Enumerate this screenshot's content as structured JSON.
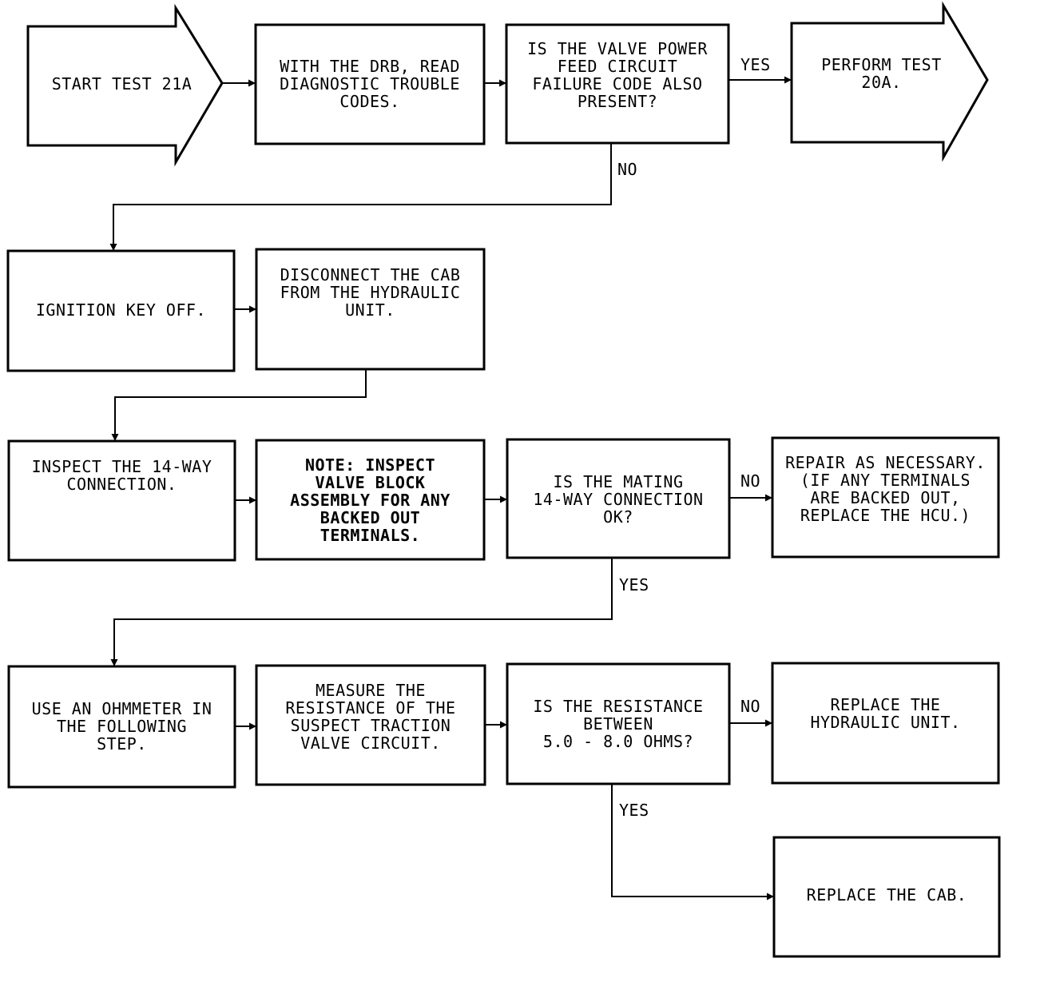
{
  "nodes": {
    "start": "START TEST 21A",
    "read_dtc": "WITH THE DRB, READ\nDIAGNOSTIC TROUBLE\nCODES.",
    "q_valve_power": "IS THE VALVE POWER\nFEED CIRCUIT\nFAILURE CODE ALSO\nPRESENT?",
    "perform_20a": "PERFORM TEST\n20A.",
    "ignition_off": "IGNITION KEY OFF.",
    "disconnect_cab": "DISCONNECT THE CAB\nFROM THE HYDRAULIC\nUNIT.",
    "inspect_14way": "INSPECT THE 14-WAY\nCONNECTION.",
    "note_inspect": "NOTE:  INSPECT\nVALVE BLOCK\nASSEMBLY FOR ANY\nBACKED OUT\nTERMINALS.",
    "q_mating": "IS THE MATING\n14-WAY CONNECTION\nOK?",
    "repair": "REPAIR AS NECESSARY.\n(IF ANY TERMINALS\nARE BACKED OUT,\nREPLACE THE HCU.)",
    "use_ohmmeter": "USE AN OHMMETER IN\nTHE FOLLOWING\nSTEP.",
    "measure": "MEASURE THE\nRESISTANCE OF THE\nSUSPECT TRACTION\nVALVE CIRCUIT.",
    "q_resistance": "IS THE RESISTANCE\nBETWEEN\n5.0 - 8.0 OHMS?",
    "replace_hydraulic": "REPLACE THE\nHYDRAULIC UNIT.",
    "replace_cab": "REPLACE THE CAB."
  },
  "edge_labels": {
    "yes_1": "YES",
    "no_1": "NO",
    "no_2": "NO",
    "yes_2": "YES",
    "no_3": "NO",
    "yes_3": "YES"
  }
}
